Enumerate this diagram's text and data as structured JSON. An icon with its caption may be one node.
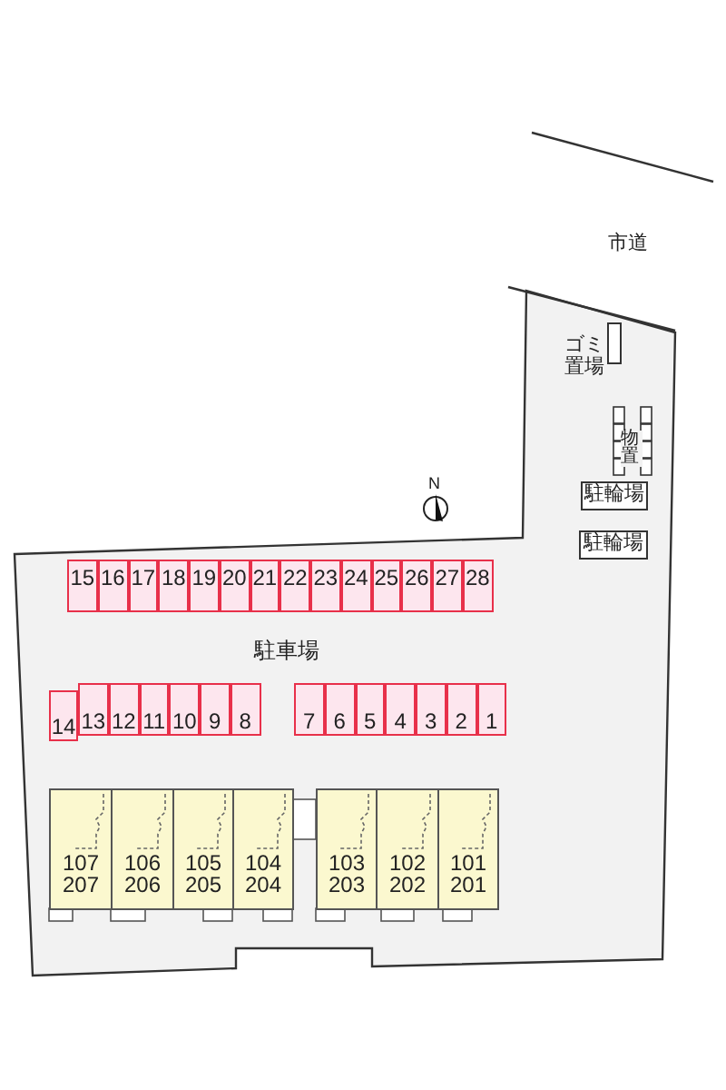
{
  "diagram": {
    "nodes": [
      {
        "text": [
          "駐輪場"
        ]
      },
      {
        "text": [
          "駐輪場"
        ]
      },
      {
        "text": [
          "15"
        ]
      },
      {
        "text": [
          "16"
        ]
      },
      {
        "text": [
          "17"
        ]
      },
      {
        "text": [
          "18"
        ]
      },
      {
        "text": [
          "19"
        ]
      },
      {
        "text": [
          "20"
        ]
      },
      {
        "text": [
          "21"
        ]
      },
      {
        "text": [
          "22"
        ]
      },
      {
        "text": [
          "23"
        ]
      },
      {
        "text": [
          "24"
        ]
      },
      {
        "text": [
          "25"
        ]
      },
      {
        "text": [
          "26"
        ]
      },
      {
        "text": [
          "27"
        ]
      },
      {
        "text": [
          "28"
        ]
      },
      {
        "text": [
          "14"
        ]
      },
      {
        "text": [
          "13"
        ]
      },
      {
        "text": [
          "12"
        ]
      },
      {
        "text": [
          "11"
        ]
      },
      {
        "text": [
          "10"
        ]
      },
      {
        "text": [
          "9"
        ]
      },
      {
        "text": [
          "8"
        ]
      },
      {
        "text": [
          "7"
        ]
      },
      {
        "text": [
          "6"
        ]
      },
      {
        "text": [
          "5"
        ]
      },
      {
        "text": [
          "4"
        ]
      },
      {
        "text": [
          "3"
        ]
      },
      {
        "text": [
          "2"
        ]
      },
      {
        "text": [
          "1"
        ]
      },
      {
        "text": [
          "107 207"
        ]
      },
      {
        "text": [
          "106 206"
        ]
      },
      {
        "text": [
          "105 205"
        ]
      },
      {
        "text": [
          "104 204"
        ]
      },
      {
        "text": [
          "103 203"
        ]
      },
      {
        "text": [
          "102 202"
        ]
      },
      {
        "text": [
          "101 201"
        ]
      }
    ],
    "labels": [
      "市道",
      "ゴミ置場",
      "物置",
      "N",
      "駐車場"
    ]
  }
}
